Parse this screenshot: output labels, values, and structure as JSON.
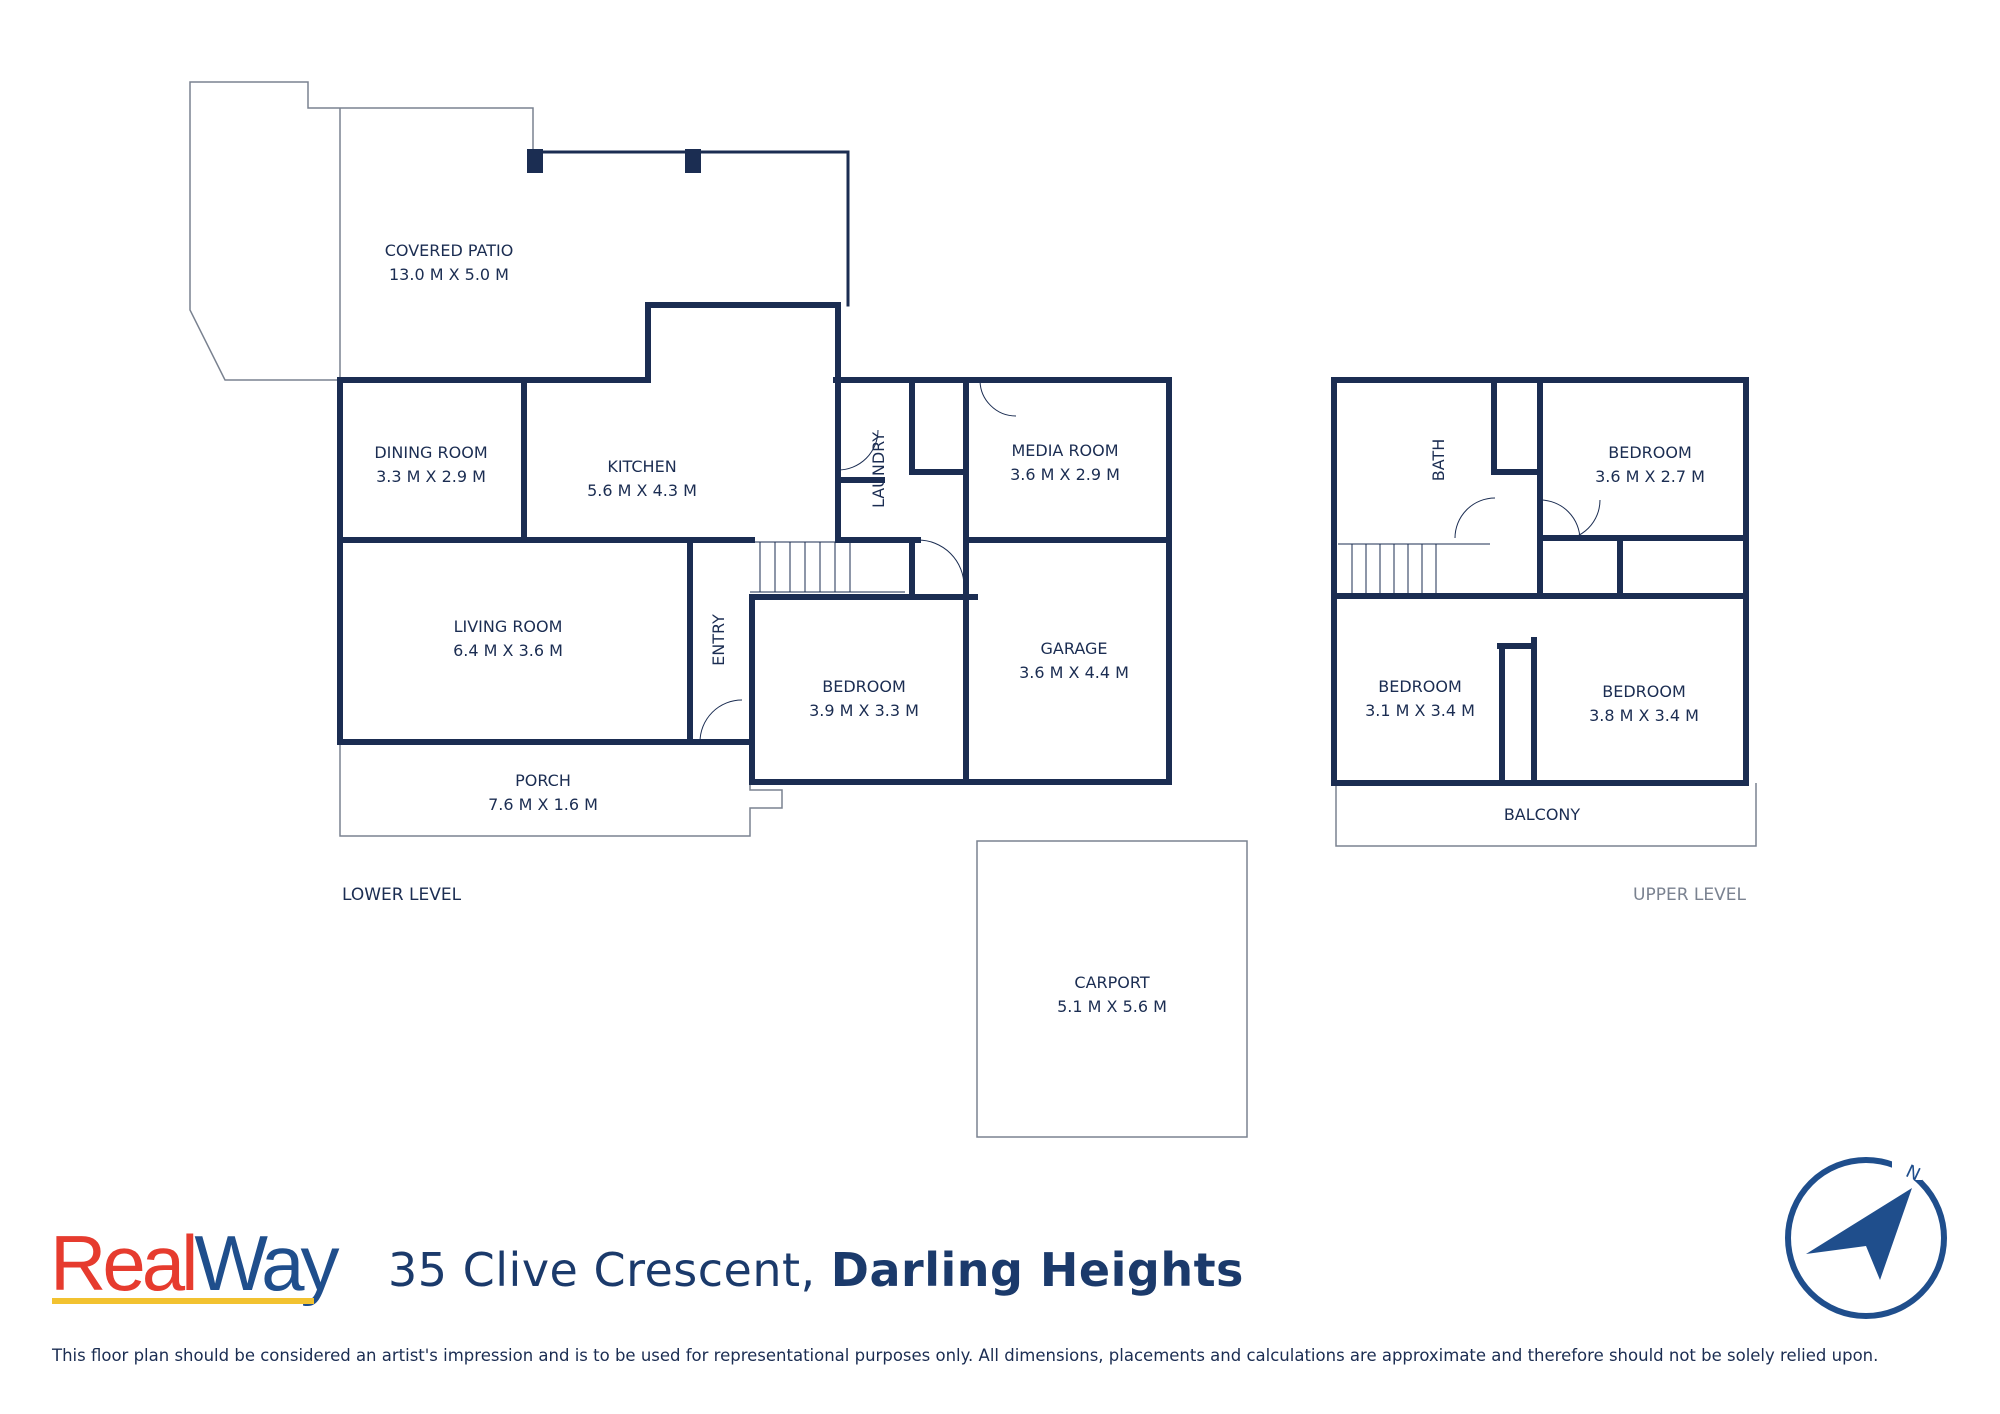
{
  "rooms": {
    "covered_patio": {
      "name": "COVERED PATIO",
      "size": "13.0 M X 5.0 M"
    },
    "dining_room": {
      "name": "DINING ROOM",
      "size": "3.3 M X 2.9 M"
    },
    "kitchen": {
      "name": "KITCHEN",
      "size": "5.6 M X 4.3 M"
    },
    "laundry": {
      "name": "LAUNDRY"
    },
    "media_room": {
      "name": "MEDIA ROOM",
      "size": "3.6 M X 2.9 M"
    },
    "living_room": {
      "name": "LIVING ROOM",
      "size": "6.4 M X 3.6 M"
    },
    "entry": {
      "name": "ENTRY"
    },
    "bedroom_lower": {
      "name": "BEDROOM",
      "size": "3.9 M X 3.3 M"
    },
    "garage": {
      "name": "GARAGE",
      "size": "3.6 M X 4.4 M"
    },
    "porch": {
      "name": "PORCH",
      "size": "7.6 M X 1.6 M"
    },
    "carport": {
      "name": "CARPORT",
      "size": "5.1 M X 5.6 M"
    },
    "bath": {
      "name": "BATH"
    },
    "bedroom_upper_1": {
      "name": "BEDROOM",
      "size": "3.6 M X 2.7 M"
    },
    "bedroom_upper_2": {
      "name": "BEDROOM",
      "size": "3.1 M X 3.4 M"
    },
    "bedroom_upper_3": {
      "name": "BEDROOM",
      "size": "3.8 M X 3.4 M"
    },
    "balcony": {
      "name": "BALCONY"
    }
  },
  "levels": {
    "lower": "LOWER LEVEL",
    "upper": "UPPER LEVEL"
  },
  "footer": {
    "brand_real": "Real",
    "brand_way": "Way",
    "street": "35 Clive Crescent,",
    "suburb": "Darling Heights",
    "disclaimer": "This floor plan should be considered an artist's impression and is to be used for representational purposes only. All dimensions, placements and calculations are approximate and therefore should not be solely relied upon."
  },
  "compass": {
    "letter": "N"
  },
  "colors": {
    "wall": "#1b2d52",
    "accent_red": "#e63b2e",
    "accent_blue": "#1f4e8c",
    "accent_yellow": "#f2c230",
    "lower_label": "#1b2d52",
    "upper_label": "#7a8290"
  }
}
